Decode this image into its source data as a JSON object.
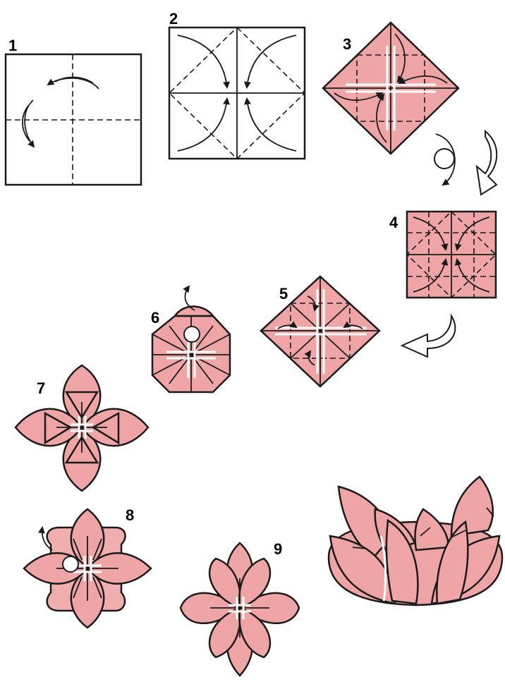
{
  "steps": [
    {
      "label": "1"
    },
    {
      "label": "2"
    },
    {
      "label": "3"
    },
    {
      "label": "4"
    },
    {
      "label": "5"
    },
    {
      "label": "6"
    },
    {
      "label": "7"
    },
    {
      "label": "8"
    },
    {
      "label": "9"
    }
  ],
  "colors": {
    "paper": "#efa5a5",
    "outline": "#1a1a1a",
    "background": "#ffffff"
  }
}
